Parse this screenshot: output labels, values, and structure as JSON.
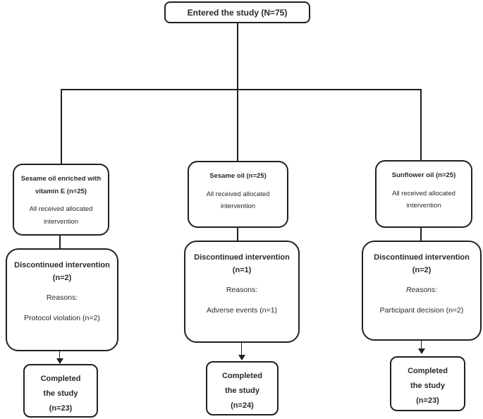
{
  "flowchart": {
    "entry_box": {
      "label": "Entered the study (N=75)"
    },
    "columns": [
      {
        "allocation_title": "Sesame oil enriched with vitamin E (n=25)",
        "allocation_body": "All received allocated intervention",
        "discontinued_title": "Discontinued intervention (n=2)",
        "reasons_label": "Reasons:",
        "reason_detail": "Protocol violation (n=2)",
        "completed_line1": "Completed",
        "completed_line2": "the study",
        "completed_line3": "(n=23)"
      },
      {
        "allocation_title": "Sesame oil (n=25)",
        "allocation_body": "All received allocated intervention",
        "discontinued_title": "Discontinued intervention (n=1)",
        "reasons_label": "Reasons:",
        "reason_detail": "Adverse events (n=1)",
        "completed_line1": "Completed",
        "completed_line2": "the study",
        "completed_line3": "(n=24)"
      },
      {
        "allocation_title": "Sunflower oil (n=25)",
        "allocation_body": "All received allocated intervention",
        "discontinued_title": "Discontinued intervention (n=2)",
        "reasons_label": "Reasons:",
        "reason_detail": "Participant decision (n=2)",
        "completed_line1": "Completed",
        "completed_line2": "the study",
        "completed_line3": "(n=23)"
      }
    ],
    "colors": {
      "line": "#231f20",
      "text": "#2b2827",
      "background": "#ffffff"
    }
  }
}
